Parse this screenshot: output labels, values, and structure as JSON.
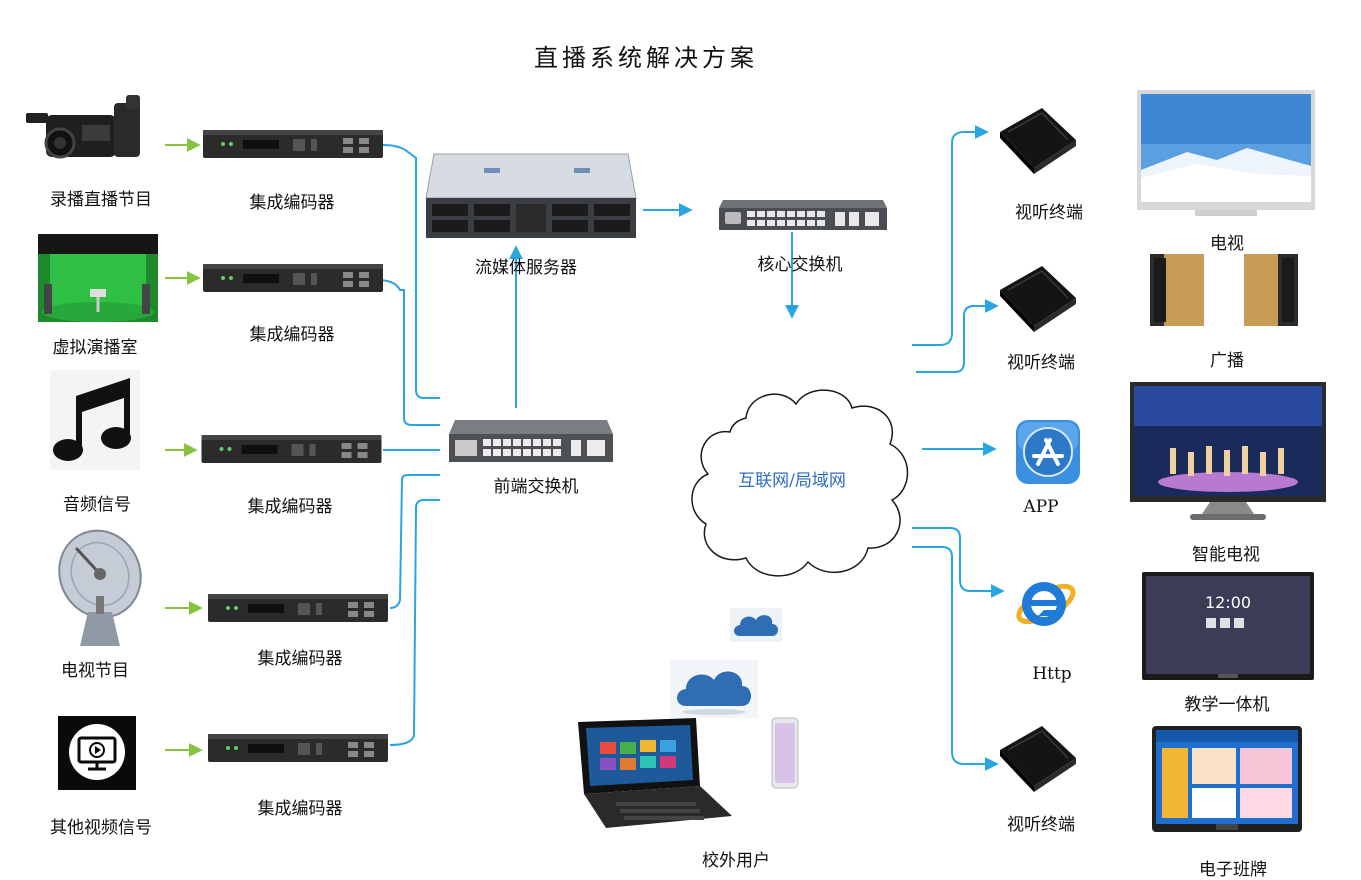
{
  "title": "直播系统解决方案",
  "sources": [
    {
      "label": "录播直播节目",
      "icon": "camcorder-icon"
    },
    {
      "label": "虚拟演播室",
      "icon": "green-screen-studio-icon"
    },
    {
      "label": "音频信号",
      "icon": "music-note-icon"
    },
    {
      "label": "电视节目",
      "icon": "satellite-dish-icon"
    },
    {
      "label": "其他视频信号",
      "icon": "video-monitor-icon"
    }
  ],
  "encoders": [
    {
      "label": "集成编码器"
    },
    {
      "label": "集成编码器"
    },
    {
      "label": "集成编码器"
    },
    {
      "label": "集成编码器"
    },
    {
      "label": "集成编码器"
    }
  ],
  "server": {
    "label": "流媒体服务器",
    "icon": "rack-server-icon"
  },
  "core_switch": {
    "label": "核心交换机",
    "icon": "network-switch-icon"
  },
  "front_switch": {
    "label": "前端交换机",
    "icon": "network-switch-icon"
  },
  "network": {
    "label": "互联网/局域网",
    "icon": "cloud-icon"
  },
  "offsite": {
    "label": "校外用户",
    "icon": "tablet-phone-icon"
  },
  "terminals": [
    {
      "label": "视听终端",
      "icon": "set-top-box-icon"
    },
    {
      "label": "视听终端",
      "icon": "set-top-box-icon"
    },
    {
      "label": "APP",
      "icon": "app-store-icon"
    },
    {
      "label": "Http",
      "icon": "internet-explorer-icon"
    },
    {
      "label": "视听终端",
      "icon": "set-top-box-icon"
    }
  ],
  "displays": [
    {
      "label": "电视",
      "icon": "television-icon"
    },
    {
      "label": "广播",
      "icon": "speakers-icon"
    },
    {
      "label": "智能电视",
      "icon": "smart-tv-icon"
    },
    {
      "label": "教学一体机",
      "icon": "interactive-panel-icon",
      "screen_text": "12:00"
    },
    {
      "label": "电子班牌",
      "icon": "e-class-board-icon"
    }
  ],
  "colors": {
    "wire": "#29a6e0",
    "source_arrow": "#86c440",
    "cloud_text": "#2b6cc4"
  }
}
